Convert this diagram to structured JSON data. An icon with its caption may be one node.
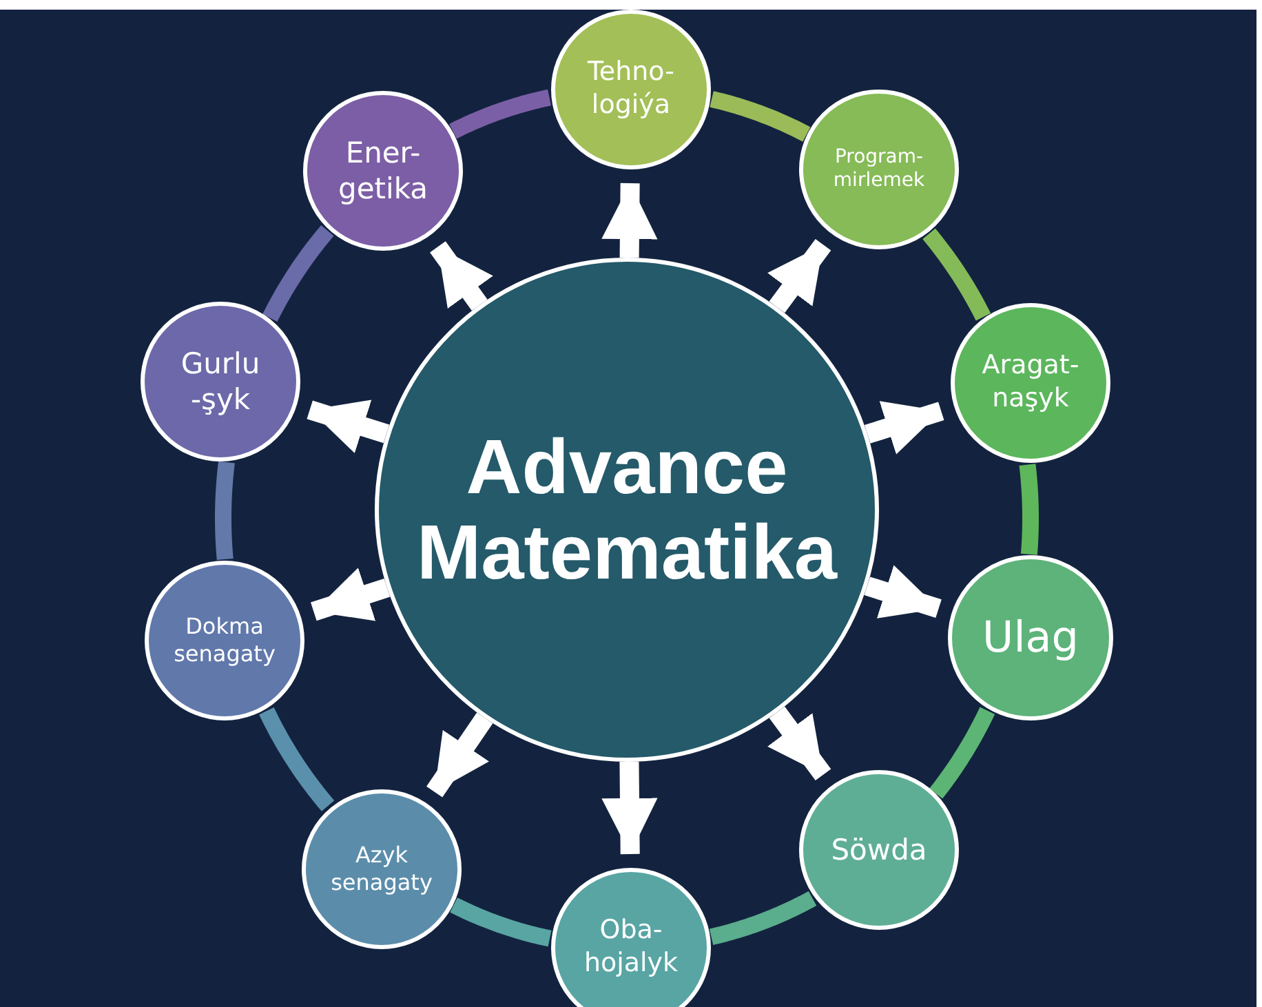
{
  "diagram": {
    "nodes": [
      {
        "text": [
          "Advance Matematika"
        ]
      },
      {
        "text": [
          "Tehno- logiýa"
        ]
      },
      {
        "text": [
          "Program- mirlemek"
        ]
      },
      {
        "text": [
          "Aragat- naşyk"
        ]
      },
      {
        "text": [
          "Ulag"
        ]
      },
      {
        "text": [
          "Söwda"
        ]
      },
      {
        "text": [
          "Oba- hojalyk"
        ]
      },
      {
        "text": [
          "Azyk senagaty"
        ]
      },
      {
        "text": [
          "Dokma senagaty"
        ]
      },
      {
        "text": [
          "Gurlu -şyk"
        ]
      },
      {
        "text": [
          "Ener- getika"
        ]
      }
    ],
    "edges": [
      {
        "from": 0,
        "to": 1,
        "arrow": "to"
      },
      {
        "from": 0,
        "to": 2,
        "arrow": "to"
      },
      {
        "from": 0,
        "to": 3,
        "arrow": "to"
      },
      {
        "from": 0,
        "to": 4,
        "arrow": "to"
      },
      {
        "from": 0,
        "to": 5,
        "arrow": "to"
      },
      {
        "from": 0,
        "to": 6,
        "arrow": "to"
      },
      {
        "from": 0,
        "to": 7,
        "arrow": "to"
      },
      {
        "from": 0,
        "to": 8,
        "arrow": "to"
      },
      {
        "from": 0,
        "to": 9,
        "arrow": "to"
      },
      {
        "from": 0,
        "to": 10,
        "arrow": "to"
      },
      {
        "from": 1,
        "to": 2,
        "arrow": "none",
        "color": "#9bbb59"
      },
      {
        "from": 2,
        "to": 3,
        "arrow": "none",
        "color": "#84bb58"
      },
      {
        "from": 3,
        "to": 4,
        "arrow": "none",
        "color": "#5fb75c"
      },
      {
        "from": 4,
        "to": 5,
        "arrow": "none",
        "color": "#5cb574"
      },
      {
        "from": 5,
        "to": 6,
        "arrow": "none",
        "color": "#5aad8d"
      },
      {
        "from": 6,
        "to": 7,
        "arrow": "none",
        "color": "#58a5a4"
      },
      {
        "from": 7,
        "to": 8,
        "arrow": "none",
        "color": "#5a90ab"
      },
      {
        "from": 8,
        "to": 9,
        "arrow": "none",
        "color": "#6279a9"
      },
      {
        "from": 9,
        "to": 10,
        "arrow": "none",
        "color": "#6a6ba9"
      },
      {
        "from": 10,
        "to": 1,
        "arrow": "none",
        "color": "#7b5fa6"
      }
    ]
  }
}
